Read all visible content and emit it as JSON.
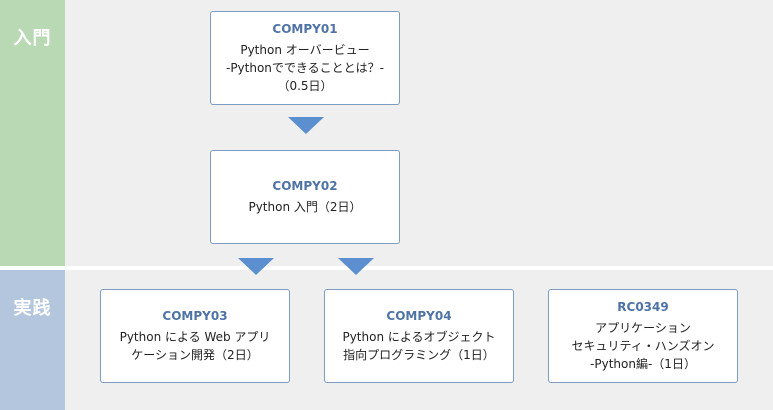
{
  "lanes": {
    "intro": {
      "label": "入門"
    },
    "practice": {
      "label": "実践"
    }
  },
  "courses": {
    "compy01": {
      "code": "COMPY01",
      "line1": "Python オーバービュー",
      "line2": "-Pythonでできることとは？-",
      "line3": "（0.5日）"
    },
    "compy02": {
      "code": "COMPY02",
      "line1": "Python 入門（2日）"
    },
    "compy03": {
      "code": "COMPY03",
      "line1": "Python による Web アプリ",
      "line2": "ケーション開発（2日）"
    },
    "compy04": {
      "code": "COMPY04",
      "line1": "Python によるオブジェクト",
      "line2": "指向プログラミング（1日）"
    },
    "rc0349": {
      "code": "RC0349",
      "line1": "アプリケーション",
      "line2": "セキュリティ・ハンズオン",
      "line3": "-Python編-（1日）"
    }
  },
  "colors": {
    "intro_lane": "#b9d8b4",
    "practice_lane": "#b4c6dd",
    "background": "#efefef",
    "box_border": "#7d9cc3",
    "course_code": "#4f73a6",
    "arrow": "#5b8fd0"
  }
}
